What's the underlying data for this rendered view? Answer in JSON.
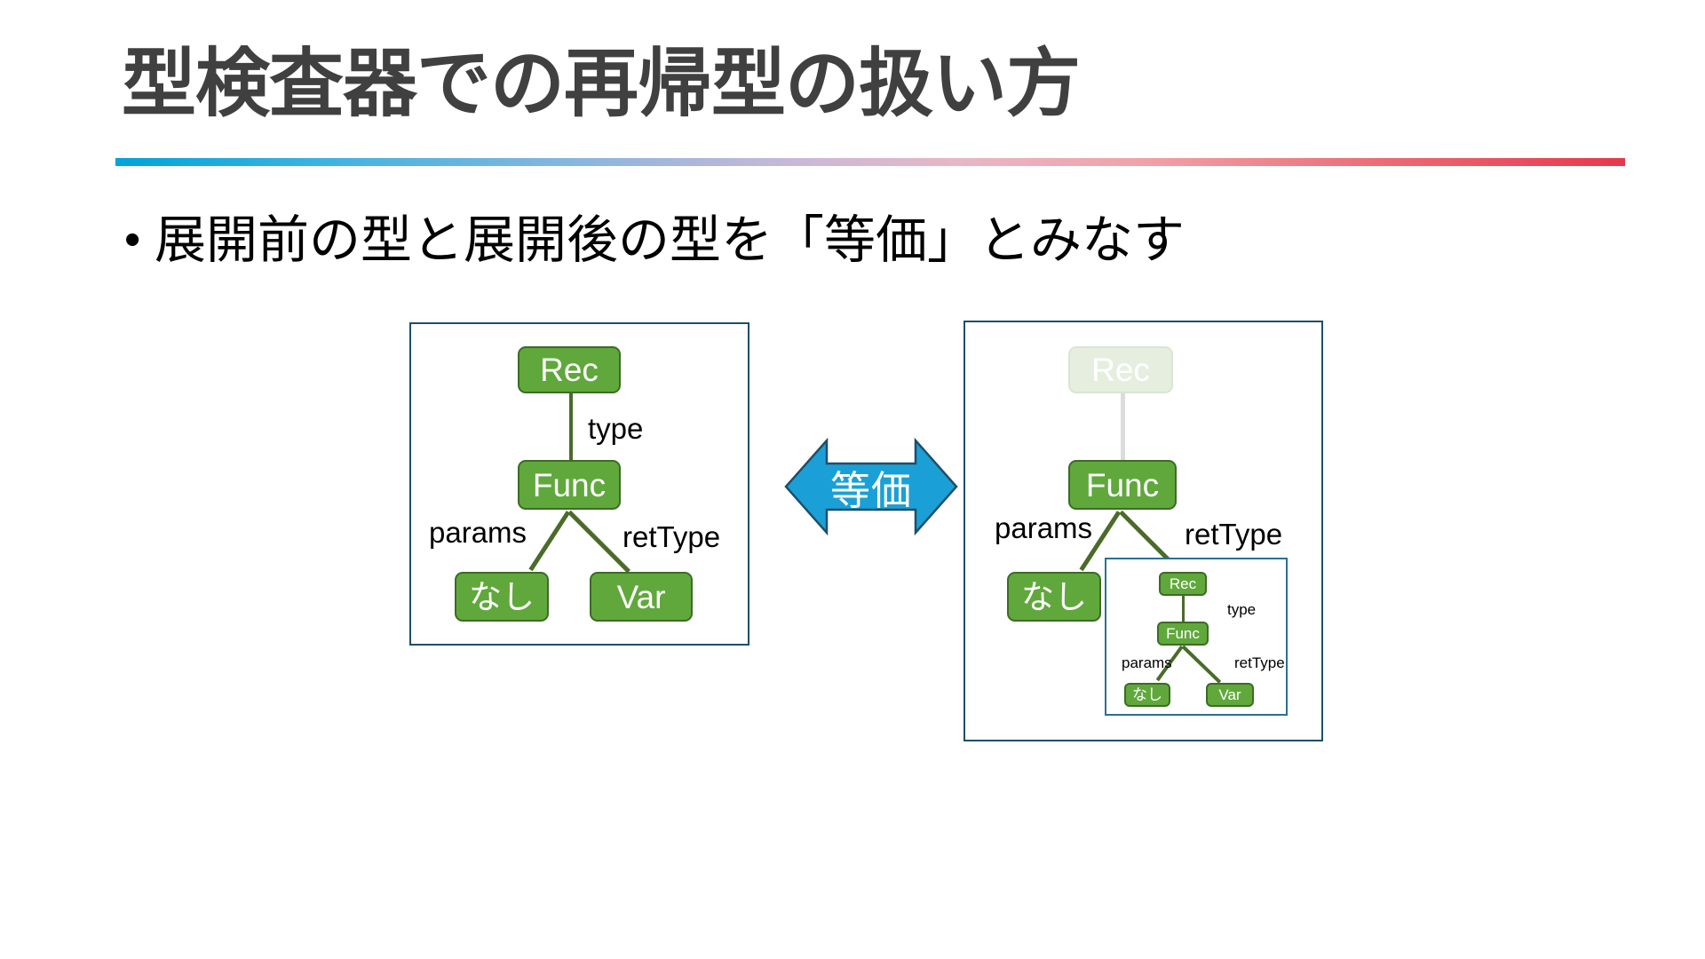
{
  "slide": {
    "title": "型検査器での再帰型の扱い方",
    "bullet": {
      "marker": "•",
      "text": "展開前の型と展開後の型を「等価」とみなす"
    },
    "accent_gradient_start": "#00a3d9",
    "accent_gradient_end": "#e6384c",
    "title_color": "#404040"
  },
  "diagram": {
    "node_fill": "#60a83c",
    "node_border": "#3d6b24",
    "node_text": "#ffffff",
    "faded_node_fill": "#e6efdf",
    "frame_border": "#1f4e68",
    "edge_color": "#4a6b2a",
    "before": {
      "nodes": {
        "root": "Rec",
        "func": "Func",
        "params": "なし",
        "rettype": "Var"
      },
      "edge_labels": {
        "type": "type",
        "params": "params",
        "rettype": "retType"
      }
    },
    "after": {
      "nodes": {
        "root_faded": "Rec",
        "func": "Func",
        "params": "なし"
      },
      "edge_labels": {
        "params": "params",
        "rettype": "retType"
      },
      "subtree": {
        "nodes": {
          "root": "Rec",
          "func": "Func",
          "params": "なし",
          "rettype": "Var"
        },
        "edge_labels": {
          "type": "type",
          "params": "params",
          "rettype": "retType"
        }
      }
    },
    "equivalence": {
      "label": "等価",
      "arrow_fill": "#1aa0d6",
      "arrow_stroke": "#1f4e68"
    }
  }
}
